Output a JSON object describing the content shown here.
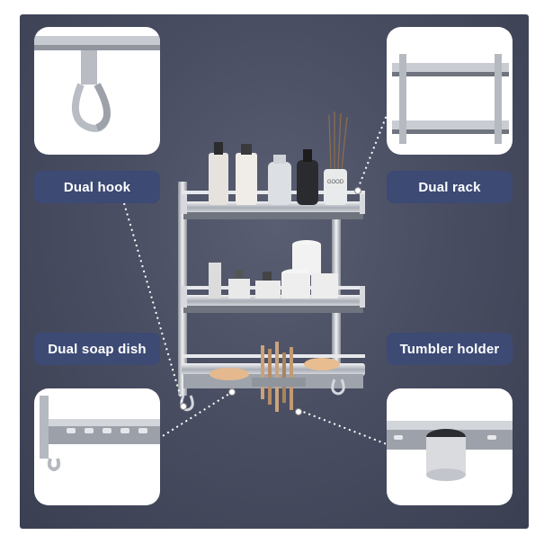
{
  "labels": {
    "dual_hook": "Dual hook",
    "dual_rack": "Dual rack",
    "dual_soap_dish": "Dual soap dish",
    "tumbler_holder": "Tumbler holder"
  },
  "bottle_labels": {
    "center": "GOOD"
  },
  "colors": {
    "wall": "#4a4e62",
    "label_bg": "#3c4a74",
    "label_text": "#ffffff",
    "steel": "#c9ccd3",
    "steel_dark": "#7d828c",
    "soap": "#e8b98a"
  }
}
